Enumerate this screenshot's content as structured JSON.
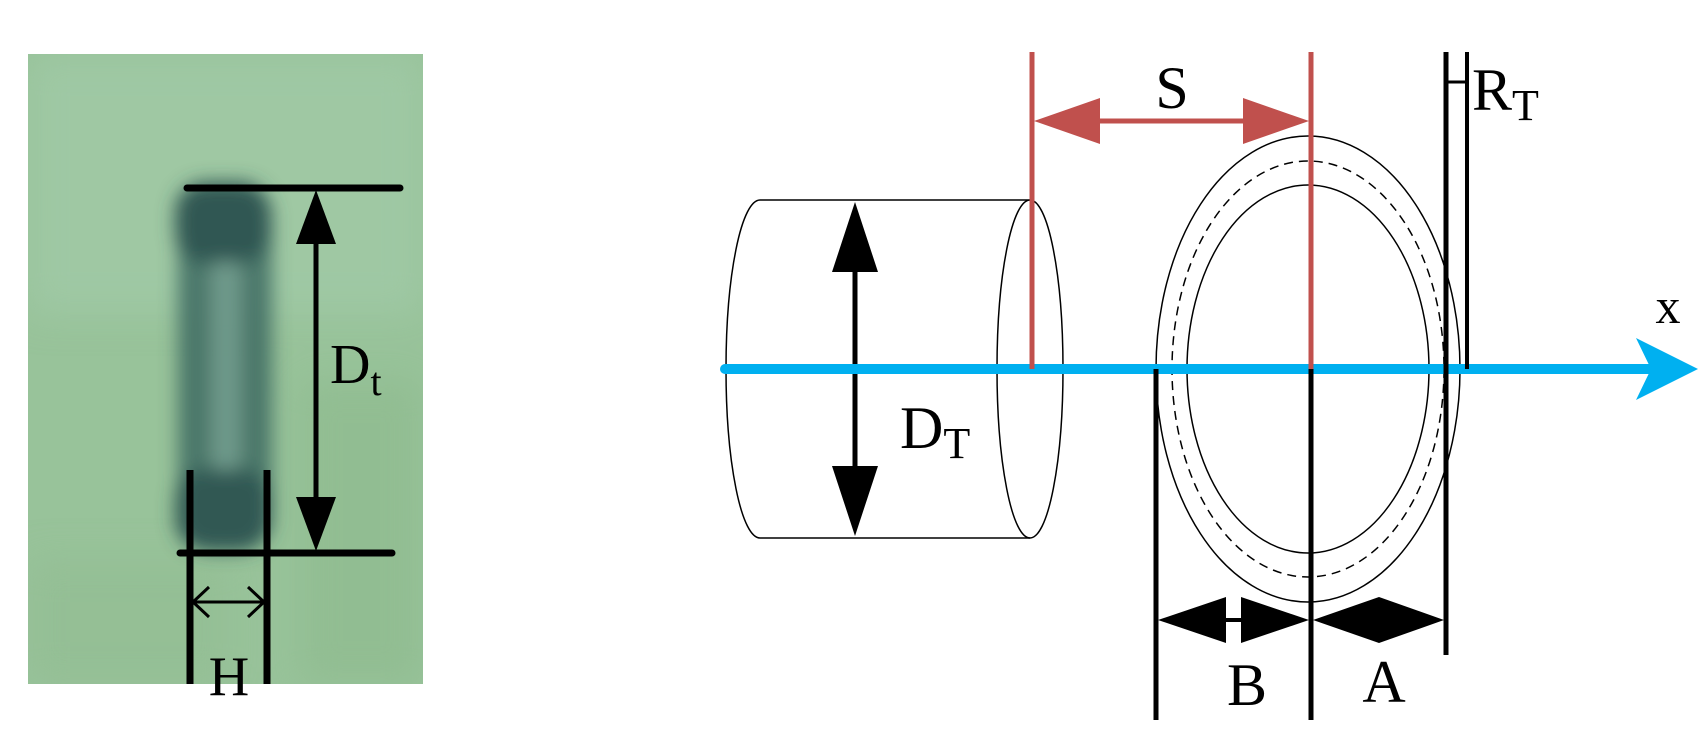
{
  "photo_panel": {
    "label_dt_main": "D",
    "label_dt_sub": "t",
    "label_h": "H"
  },
  "schematic": {
    "label_s": "S",
    "label_rt_main": "R",
    "label_rt_sub": "T",
    "label_x": "x",
    "label_dT_main": "D",
    "label_dT_sub": "T",
    "label_b": "B",
    "label_a": "A"
  },
  "colors": {
    "background": "#ffffff",
    "photo_green": "#98c39a",
    "ring_dark": "#2f5654",
    "axis_blue": "#00b0f0",
    "dimension_red": "#c0504d",
    "line_black": "#000000"
  }
}
